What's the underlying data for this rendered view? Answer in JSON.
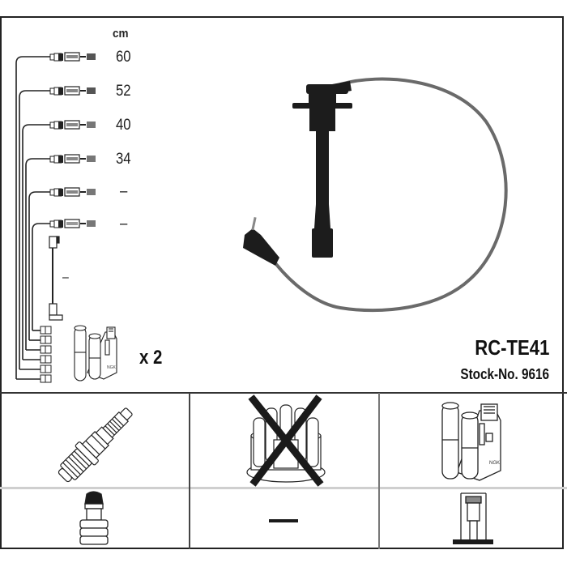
{
  "diagram": {
    "unit_label": "cm",
    "wires": [
      {
        "length": "60"
      },
      {
        "length": "52"
      },
      {
        "length": "40"
      },
      {
        "length": "34"
      },
      {
        "length": "–"
      },
      {
        "length": "–"
      }
    ],
    "coil_lead_length": "–",
    "coil_quantity": "x 2",
    "product": {
      "model": "RC-TE41",
      "stock_number": "Stock-No. 9616"
    }
  },
  "compatibility_grid": {
    "cells": [
      {
        "icon": "spark-plug-icon",
        "status": "included"
      },
      {
        "icon": "distributor-cap-icon",
        "status": "not-applicable"
      },
      {
        "icon": "ignition-coil-icon",
        "status": "included"
      },
      {
        "icon": "plug-boot-connector-icon",
        "status": "included"
      },
      {
        "icon": "empty-dash-icon",
        "label": "—"
      },
      {
        "icon": "coil-terminal-connector-icon",
        "status": "included"
      }
    ]
  },
  "colors": {
    "line": "#222222",
    "wire_gray": "#6a6a6a",
    "light_divider": "#cfcfcf",
    "background": "#ffffff"
  }
}
